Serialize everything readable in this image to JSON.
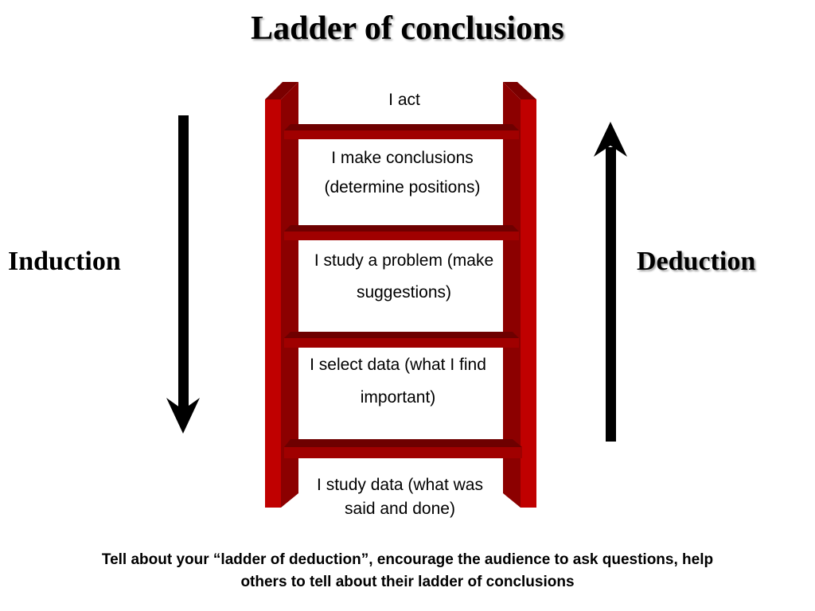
{
  "title": "Ladder of conclusions",
  "left_label": "Induction",
  "right_label": "Deduction",
  "steps": [
    "I act",
    "I make conclusions (determine positions)",
    "I study a problem (make suggestions)",
    "I select data (what I find important)",
    "I study data (what was said and done)"
  ],
  "footer": "Tell about your “ladder of deduction”, encourage the audience to ask questions, help others to tell about their ladder of conclusions",
  "colors": {
    "rail": "#c00000",
    "rail_dark": "#7a0000",
    "rung": "#9e0000",
    "arrow": "#000000"
  }
}
